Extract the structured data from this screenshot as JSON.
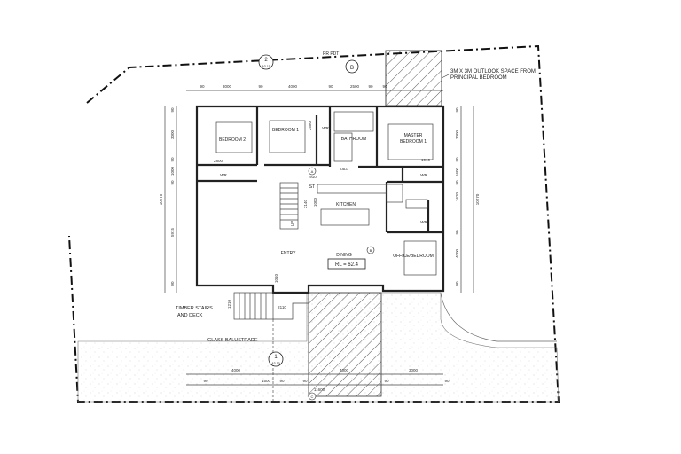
{
  "rooms": {
    "bedroom2": "BEDROOM 2",
    "bedroom1": "BEDROOM 1",
    "bathroom": "BATHROOM",
    "master": "MASTER",
    "master2": "BEDROOM 1",
    "wr_a": "WR",
    "wr_b": "WR",
    "wr_c": "WR",
    "wr_d": "WR",
    "wr_e": "WR",
    "st": "ST",
    "kitchen": "KITCHEN",
    "dining": "DINING",
    "entry": "ENTRY",
    "office": "OFFICE/BEDROOM",
    "up": "UP",
    "tall": "TALL"
  },
  "level_box": "RL = 62.4",
  "notes": {
    "outlook_line1": "3M X 3M OUTLOOK SPACE FROM",
    "outlook_line2": "PRINCIPAL BEDROOM",
    "timber_line1": "TIMBER STAIRS",
    "timber_line2": "AND DECK",
    "glass": "GLASS BALUSTRADE",
    "boundary": "PR PDT"
  },
  "markers": {
    "top_left_num": "2",
    "top_left_ref": "A3-11",
    "top_mid_num": "B",
    "bottom_num": "1",
    "bottom_ref": "A3-10",
    "grid_a": "A",
    "grid_b": "B",
    "grid_c": "C"
  },
  "dims_top": {
    "d1": "90",
    "d2": "3000",
    "d3": "90",
    "d4": "4000",
    "d5": "90",
    "d6": "2500",
    "d7": "90",
    "d8": "90"
  },
  "dims_bottom": {
    "b1": "4000",
    "b2": "4000",
    "b3": "3000",
    "s1": "90",
    "s2": "1500",
    "s3": "90",
    "s4": "90",
    "s5": "90",
    "s6": "90",
    "total": "11600"
  },
  "dims_left": {
    "l1": "90",
    "l2": "3000",
    "l3": "90",
    "l4": "1000",
    "l5": "90",
    "l6": "5915",
    "l7": "90",
    "total": "10275"
  },
  "dims_right": {
    "r1": "90",
    "r2": "3000",
    "r3": "90",
    "r4": "1600",
    "r5": "90",
    "r6": "1620",
    "r7": "90",
    "r8": "4000",
    "r9": "90",
    "total": "10270"
  },
  "dims_inner": {
    "i1": "2800",
    "i2": "2140",
    "i3": "910",
    "i4": "1000",
    "i5": "1910",
    "i6": "2580",
    "i7": "2110",
    "i8": "1210",
    "i9": "1010"
  }
}
